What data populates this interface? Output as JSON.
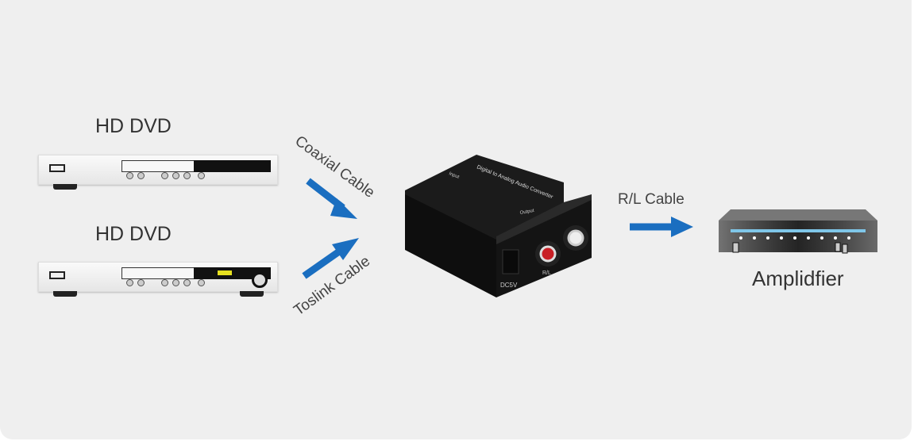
{
  "sources": [
    {
      "label": "HD DVD"
    },
    {
      "label": "HD DVD"
    }
  ],
  "cables": {
    "coaxial": "Coaxial Cable",
    "toslink": "Toslink Cable",
    "rl": "R/L Cable"
  },
  "converter": {
    "top_label": "Digital to Analog Audio Converter",
    "input_label": "Input",
    "output_label": "Output",
    "power_label": "DC5V",
    "rl_label": "R/L"
  },
  "destination": {
    "label": "Amplidfier"
  },
  "colors": {
    "arrow": "#1a6ec0",
    "background": "#efefef"
  }
}
